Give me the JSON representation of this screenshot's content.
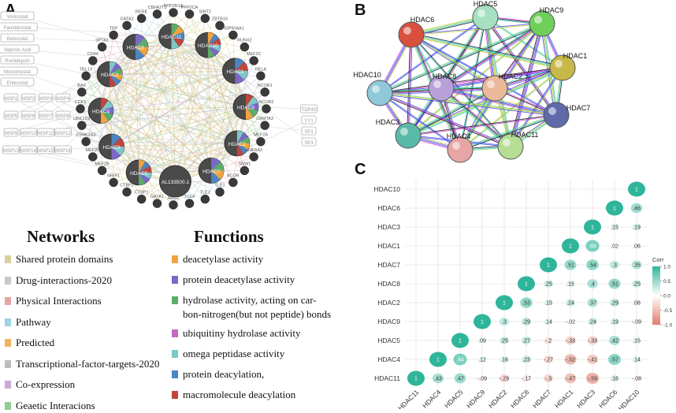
{
  "panels": {
    "a": "A",
    "b": "B",
    "c": "C"
  },
  "networkA": {
    "hubs": [
      "HDAC6",
      "HDAC11",
      "HDAC10",
      "HDAC1",
      "HDAC8",
      "HDAC2",
      "HDAC7",
      "AL133500.1",
      "HDAC5",
      "HDAC9",
      "HDAC4",
      "HDAC3"
    ],
    "neighbors": [
      "PPP2R1A",
      "PPP2CA",
      "SIRT2",
      "ZBTB16",
      "HSP90AA1",
      "RUNX2",
      "MEF2C",
      "RELA",
      "NCOR1",
      "NCOR2",
      "CAMTA2",
      "MEF2A",
      "ANKRA2",
      "SNW1",
      "BCOR",
      "TLE1",
      "TLE2",
      "TLE4",
      "ARG1",
      "GATA1",
      "CTBP1",
      "CTBP2",
      "NRIP1",
      "MEF2B",
      "MEF2D",
      "CSNK2A1",
      "UBE2D1",
      "CDK5",
      "BAX",
      "TBL1X",
      "CD44",
      "SPTA1",
      "TBP",
      "GATA2",
      "RERE",
      "CBFA2T3"
    ],
    "grayLeft": [
      "Vorinostat",
      "Panobinostat",
      "Belinostat",
      "Valproic Acid",
      "Romidepsin",
      "Mocetinostat",
      "Entinostat"
    ],
    "grayLeftGrid": [
      "MSP1",
      "MSP2",
      "MSP3",
      "MSP4",
      "MSP5",
      "MSP6",
      "MSP7",
      "MSP8",
      "MSP9",
      "MSP10",
      "MSP11",
      "MSP12",
      "MSP13",
      "MSP14",
      "MSP15",
      "MSP16"
    ],
    "grayRight": [
      "TDP43",
      "YY1",
      "SP1",
      "SP3"
    ]
  },
  "legend": {
    "networks_title": "Networks",
    "functions_title": "Functions",
    "networks": [
      {
        "label": "Shared protein domains",
        "color": "#d8cf9b"
      },
      {
        "label": "Drug-interactions-2020",
        "color": "#c8c8c8"
      },
      {
        "label": "Physical Interactions",
        "color": "#e9a3a3"
      },
      {
        "label": "Pathway",
        "color": "#9fd3e0"
      },
      {
        "label": "Predicted",
        "color": "#f0b263"
      },
      {
        "label": "Transcriptional-factor-targets-2020",
        "color": "#bdbdbd"
      },
      {
        "label": "Co-expression",
        "color": "#c9a9d6"
      },
      {
        "label": "Geaetic Interacions",
        "color": "#8fcf8f"
      }
    ],
    "functions": [
      {
        "label": "deacetylase activity",
        "color": "#f1a341"
      },
      {
        "label": "protein deacetylase activity",
        "color": "#7b68c8"
      },
      {
        "label": "hydrolase activity, acting on car-\nbon-nitrogen(but not peptide) bonds",
        "color": "#5cad6a"
      },
      {
        "label": "ubiquitiny hydrolase activity",
        "color": "#c46ac0"
      },
      {
        "label": "omega peptidase activity",
        "color": "#7ec8c8"
      },
      {
        "label": "protein deacylation,",
        "color": "#4b86c2"
      },
      {
        "label": "macromolecule deacylation",
        "color": "#c0453c"
      }
    ]
  },
  "networkB": {
    "nodes": [
      {
        "label": "HDAC5",
        "color": "#a6e0c2"
      },
      {
        "label": "HDAC9",
        "color": "#6ecf5a"
      },
      {
        "label": "HDAC6",
        "color": "#d9503f"
      },
      {
        "label": "HDAC1",
        "color": "#c8b84a"
      },
      {
        "label": "HDAC8",
        "color": "#b7a0d8"
      },
      {
        "label": "HDAC2",
        "color": "#eab99a"
      },
      {
        "label": "HDAC10",
        "color": "#8fc8d8"
      },
      {
        "label": "HDAC7",
        "color": "#5f6aa8"
      },
      {
        "label": "HDAC3",
        "color": "#5ab9a9"
      },
      {
        "label": "HDAC4",
        "color": "#e7a5a5"
      },
      {
        "label": "HDAC11",
        "color": "#b5de94"
      }
    ]
  },
  "chart_data": {
    "type": "heatmap",
    "rows": [
      "HDAC10",
      "HDAC6",
      "HDAC3",
      "HDAC1",
      "HDAC7",
      "HDAC8",
      "HDAC2",
      "HDAC9",
      "HDAC5",
      "HDAC4",
      "HDAC11"
    ],
    "cols": [
      "HDAC11",
      "HDAC4",
      "HDAC5",
      "HDAC9",
      "HDAC2",
      "HDAC8",
      "HDAC7",
      "HDAC1",
      "HDAC3",
      "HDAC6",
      "HDAC10"
    ],
    "cells": [
      {
        "r": "HDAC10",
        "c": "HDAC10",
        "v": 1
      },
      {
        "r": "HDAC6",
        "c": "HDAC6",
        "v": 1
      },
      {
        "r": "HDAC6",
        "c": "HDAC10",
        "v": 0.46
      },
      {
        "r": "HDAC3",
        "c": "HDAC3",
        "v": 1
      },
      {
        "r": "HDAC3",
        "c": "HDAC6",
        "v": 0.15
      },
      {
        "r": "HDAC3",
        "c": "HDAC10",
        "v": 0.19
      },
      {
        "r": "HDAC1",
        "c": "HDAC1",
        "v": 1
      },
      {
        "r": "HDAC1",
        "c": "HDAC3",
        "v": 0.65
      },
      {
        "r": "HDAC1",
        "c": "HDAC6",
        "v": 0.02
      },
      {
        "r": "HDAC1",
        "c": "HDAC10",
        "v": 0.06
      },
      {
        "r": "HDAC7",
        "c": "HDAC7",
        "v": 1
      },
      {
        "r": "HDAC7",
        "c": "HDAC1",
        "v": 0.51
      },
      {
        "r": "HDAC7",
        "c": "HDAC3",
        "v": 0.54
      },
      {
        "r": "HDAC7",
        "c": "HDAC6",
        "v": 0.3
      },
      {
        "r": "HDAC7",
        "c": "HDAC10",
        "v": 0.35
      },
      {
        "r": "HDAC8",
        "c": "HDAC8",
        "v": 1
      },
      {
        "r": "HDAC8",
        "c": "HDAC7",
        "v": 0.25
      },
      {
        "r": "HDAC8",
        "c": "HDAC1",
        "v": 0.15
      },
      {
        "r": "HDAC8",
        "c": "HDAC3",
        "v": 0.4
      },
      {
        "r": "HDAC8",
        "c": "HDAC6",
        "v": 0.51
      },
      {
        "r": "HDAC8",
        "c": "HDAC10",
        "v": 0.25
      },
      {
        "r": "HDAC2",
        "c": "HDAC2",
        "v": 1
      },
      {
        "r": "HDAC2",
        "c": "HDAC8",
        "v": 0.53
      },
      {
        "r": "HDAC2",
        "c": "HDAC7",
        "v": 0.15
      },
      {
        "r": "HDAC2",
        "c": "HDAC1",
        "v": 0.24
      },
      {
        "r": "HDAC2",
        "c": "HDAC3",
        "v": 0.37
      },
      {
        "r": "HDAC2",
        "c": "HDAC6",
        "v": 0.29
      },
      {
        "r": "HDAC2",
        "c": "HDAC10",
        "v": 0.08
      },
      {
        "r": "HDAC9",
        "c": "HDAC9",
        "v": 1
      },
      {
        "r": "HDAC9",
        "c": "HDAC2",
        "v": 0.3
      },
      {
        "r": "HDAC9",
        "c": "HDAC8",
        "v": 0.29
      },
      {
        "r": "HDAC9",
        "c": "HDAC7",
        "v": 0.14
      },
      {
        "r": "HDAC9",
        "c": "HDAC1",
        "v": -0.02
      },
      {
        "r": "HDAC9",
        "c": "HDAC3",
        "v": 0.24
      },
      {
        "r": "HDAC9",
        "c": "HDAC6",
        "v": 0.19
      },
      {
        "r": "HDAC9",
        "c": "HDAC10",
        "v": -0.09
      },
      {
        "r": "HDAC5",
        "c": "HDAC5",
        "v": 1
      },
      {
        "r": "HDAC5",
        "c": "HDAC9",
        "v": 0.09
      },
      {
        "r": "HDAC5",
        "c": "HDAC2",
        "v": 0.25
      },
      {
        "r": "HDAC5",
        "c": "HDAC8",
        "v": 0.27
      },
      {
        "r": "HDAC5",
        "c": "HDAC7",
        "v": -0.2
      },
      {
        "r": "HDAC5",
        "c": "HDAC1",
        "v": -0.33
      },
      {
        "r": "HDAC5",
        "c": "HDAC3",
        "v": -0.33
      },
      {
        "r": "HDAC5",
        "c": "HDAC6",
        "v": 0.42
      },
      {
        "r": "HDAC5",
        "c": "HDAC10",
        "v": 0.15
      },
      {
        "r": "HDAC4",
        "c": "HDAC4",
        "v": 1
      },
      {
        "r": "HDAC4",
        "c": "HDAC5",
        "v": 0.64
      },
      {
        "r": "HDAC4",
        "c": "HDAC9",
        "v": 0.12
      },
      {
        "r": "HDAC4",
        "c": "HDAC2",
        "v": 0.16
      },
      {
        "r": "HDAC4",
        "c": "HDAC8",
        "v": 0.23
      },
      {
        "r": "HDAC4",
        "c": "HDAC7",
        "v": -0.27
      },
      {
        "r": "HDAC4",
        "c": "HDAC1",
        "v": -0.52
      },
      {
        "r": "HDAC4",
        "c": "HDAC3",
        "v": -0.41
      },
      {
        "r": "HDAC4",
        "c": "HDAC6",
        "v": 0.57
      },
      {
        "r": "HDAC4",
        "c": "HDAC10",
        "v": 0.14
      },
      {
        "r": "HDAC11",
        "c": "HDAC11",
        "v": 1
      },
      {
        "r": "HDAC11",
        "c": "HDAC4",
        "v": 0.43
      },
      {
        "r": "HDAC11",
        "c": "HDAC5",
        "v": 0.47
      },
      {
        "r": "HDAC11",
        "c": "HDAC9",
        "v": -0.09
      },
      {
        "r": "HDAC11",
        "c": "HDAC2",
        "v": -0.29
      },
      {
        "r": "HDAC11",
        "c": "HDAC8",
        "v": -0.17
      },
      {
        "r": "HDAC11",
        "c": "HDAC7",
        "v": -0.3
      },
      {
        "r": "HDAC11",
        "c": "HDAC1",
        "v": -0.47
      },
      {
        "r": "HDAC11",
        "c": "HDAC3",
        "v": -0.59
      },
      {
        "r": "HDAC11",
        "c": "HDAC6",
        "v": 0.16
      },
      {
        "r": "HDAC11",
        "c": "HDAC10",
        "v": -0.08
      }
    ],
    "colorbar": {
      "title": "Corr",
      "ticks": [
        "1.0",
        "0.5",
        "0.0",
        "-0.5",
        "-1.0"
      ],
      "high": "#2fb59a",
      "mid": "#ffffff",
      "low": "#e07b6a"
    }
  }
}
